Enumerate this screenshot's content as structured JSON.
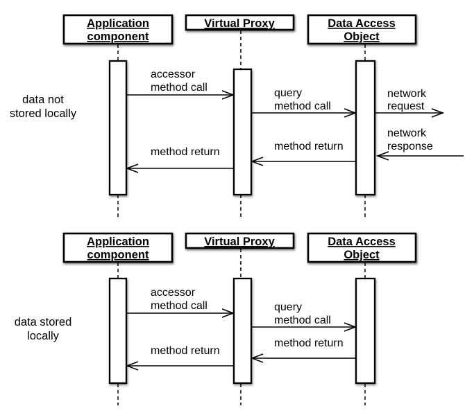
{
  "colors": {
    "background": "#ffffff",
    "ink": "#000000"
  },
  "participants": {
    "app": {
      "line1": "Application",
      "line2": "component"
    },
    "proxy": {
      "line1": "Virtual Proxy"
    },
    "dao": {
      "line1": "Data Access",
      "line2": "Object"
    }
  },
  "top": {
    "scenario": {
      "line1": "data not",
      "line2": "stored locally"
    },
    "accessor": {
      "line1": "accessor",
      "line2": "method call"
    },
    "query": {
      "line1": "query",
      "line2": "method call"
    },
    "net_request": {
      "line1": "network",
      "line2": "request"
    },
    "net_response": {
      "line1": "network",
      "line2": "response"
    },
    "return_dao_vp": "method return",
    "return_vp_app": "method return"
  },
  "bottom": {
    "scenario": {
      "line1": "data stored",
      "line2": "locally"
    },
    "accessor": {
      "line1": "accessor",
      "line2": "method call"
    },
    "query": {
      "line1": "query",
      "line2": "method call"
    },
    "return_dao_vp": "method return",
    "return_vp_app": "method return"
  }
}
